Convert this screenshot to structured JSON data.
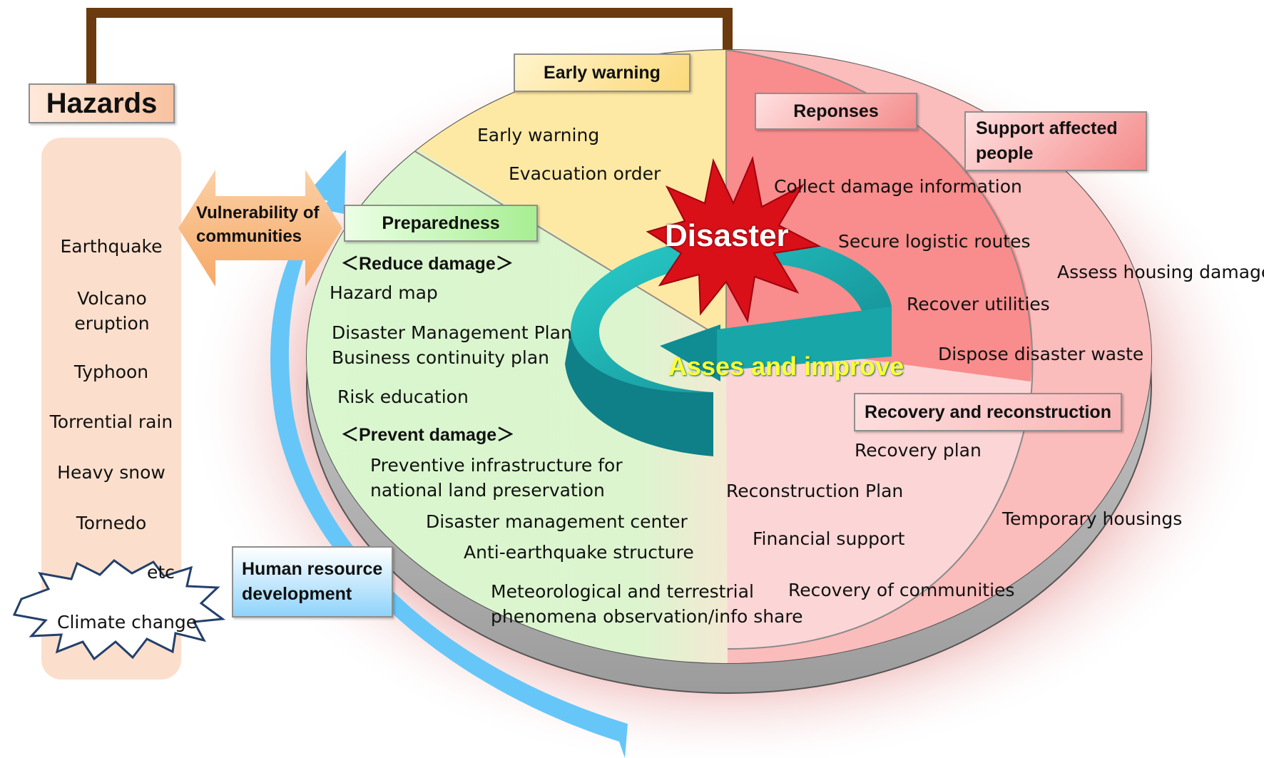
{
  "title": "Hazards",
  "hazards": {
    "earthquake": "Earthquake",
    "volcano": "Volcano eruption",
    "typhoon": "Typhoon",
    "torrential_rain": "Torrential rain",
    "heavy_snow": "Heavy snow",
    "tornedo": "Tornedo",
    "etc": "etc",
    "climate_change": "Climate change"
  },
  "vulnerability": "Vulnerability of communities",
  "human_resource": "Human resource development",
  "center": {
    "disaster": "Disaster",
    "assess": "Asses and improve"
  },
  "early_warning": {
    "header": "Early warning",
    "items": [
      "Early warning",
      "Evacuation order"
    ]
  },
  "responses": {
    "header": "Reponses",
    "items": [
      "Collect damage information",
      "Secure logistic routes",
      "Recover utilities",
      "Dispose disaster waste"
    ]
  },
  "support": {
    "header": "Support affected people",
    "items": [
      "Assess housing damage",
      "Temporary housings"
    ]
  },
  "preparedness": {
    "header": "Preparedness",
    "reduce_header": "＜Reduce damage＞",
    "reduce_items": [
      "Hazard map",
      "Disaster Management Plan",
      "Business continuity plan",
      "Risk education"
    ],
    "prevent_header": "＜Prevent damage＞",
    "prevent_items": [
      "Preventive infrastructure for",
      "national land preservation",
      "Disaster management center",
      "Anti-earthquake structure",
      "Meteorological and terrestrial",
      "phenomena  observation/info share"
    ]
  },
  "recovery": {
    "header": "Recovery and reconstruction",
    "items": [
      "Recovery plan",
      "Reconstruction Plan",
      "Financial support",
      "Recovery of communities"
    ]
  },
  "colors": {
    "early_warning_fill": "#fde9a4",
    "responses_fill": "#f98c8c",
    "support_fill": "#fbbcbc",
    "preparedness_fill": "#d9f7cf",
    "recovery_fill": "#fcd6d6",
    "hazards_panel": "#fbdfcc",
    "vulnerability_arrow": "#f9bf8e",
    "human_resource_arrow": "#66c6f8",
    "cycle_arrow": "#26b7b4",
    "disaster_burst": "#d91018",
    "hazard_connector": "#6b3a0e",
    "background_glow": "#e8a5a5"
  }
}
